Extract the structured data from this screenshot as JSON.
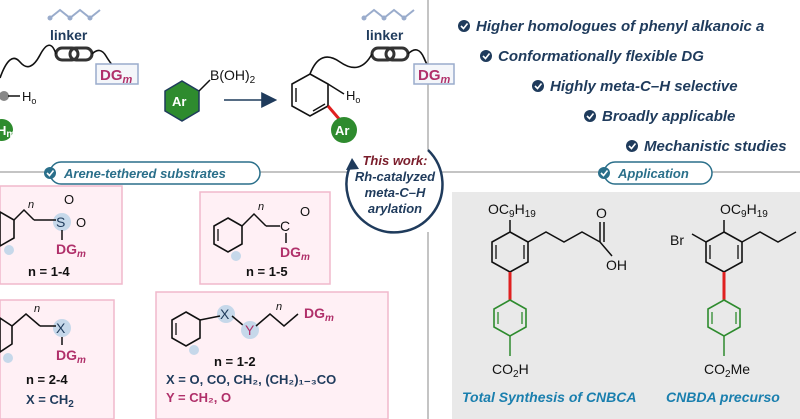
{
  "colors": {
    "dg": "#b0306a",
    "green": "#2e8b2e",
    "red": "#e02020",
    "navy": "#1f3b5c",
    "teal_bullet": "#2a6f8a",
    "pink_panel": "#fff0f5",
    "pink_border": "#f0b8cc",
    "gray_panel": "#e9e9e9",
    "maroon": "#7a1d2b",
    "blue_text": "#1a7fae",
    "highlight": "#c6d8ea"
  },
  "top": {
    "linker_left": "linker",
    "linker_right": "linker",
    "dg": "DG",
    "dg_sub": "m",
    "h_label": "H",
    "h_sub": "o",
    "ar": "Ar",
    "boronic": "B(OH)",
    "boronic_sub": "2",
    "h_fragment": "H",
    "h_fragment_sub": "m"
  },
  "features": [
    "Higher homologues of phenyl alkanoic a",
    "Conformationally flexible DG",
    "Highly meta-C–H selective",
    "Broadly applicable",
    "Mechanistic studies"
  ],
  "center": {
    "line1": "This work:",
    "line2": "Rh-catalyzed",
    "line3": "meta-C–H",
    "line4": "arylation"
  },
  "sections": {
    "substrates": "Arene-tethered substrates",
    "application": "Application"
  },
  "substrates": {
    "s1": {
      "n": "n = 1-4",
      "sub_n": "n",
      "S": "S",
      "O": "O"
    },
    "s2": {
      "n": "n = 1-5",
      "sub_n": "n",
      "C": "C",
      "O": "O"
    },
    "s3": {
      "n": "n = 2-4",
      "x_def": "X = CH",
      "x_def_sub": "2",
      "sub_n": "n",
      "X": "X"
    },
    "s4": {
      "n": "n = 1-2",
      "x_def": "X = O, CO, CH₂, (CH₂)₁₋₃CO",
      "y_def": "Y = CH₂, O",
      "X": "X",
      "Y": "Y",
      "sub_n": "n"
    }
  },
  "application": {
    "c1": {
      "ome": "OC",
      "ome_sub1": "9",
      "ome_h": "H",
      "ome_sub2": "19",
      "oh": "OH",
      "o": "O",
      "acid": "CO",
      "acid_sub": "2",
      "acid_h": "H",
      "caption": "Total Synthesis of CNBCA"
    },
    "c2": {
      "br": "Br",
      "ome": "OC",
      "ome_sub1": "9",
      "ome_h": "H",
      "ome_sub2": "19",
      "ester": "CO",
      "ester_sub": "2",
      "ester_me": "Me",
      "caption": "CNBDA precurso"
    }
  }
}
